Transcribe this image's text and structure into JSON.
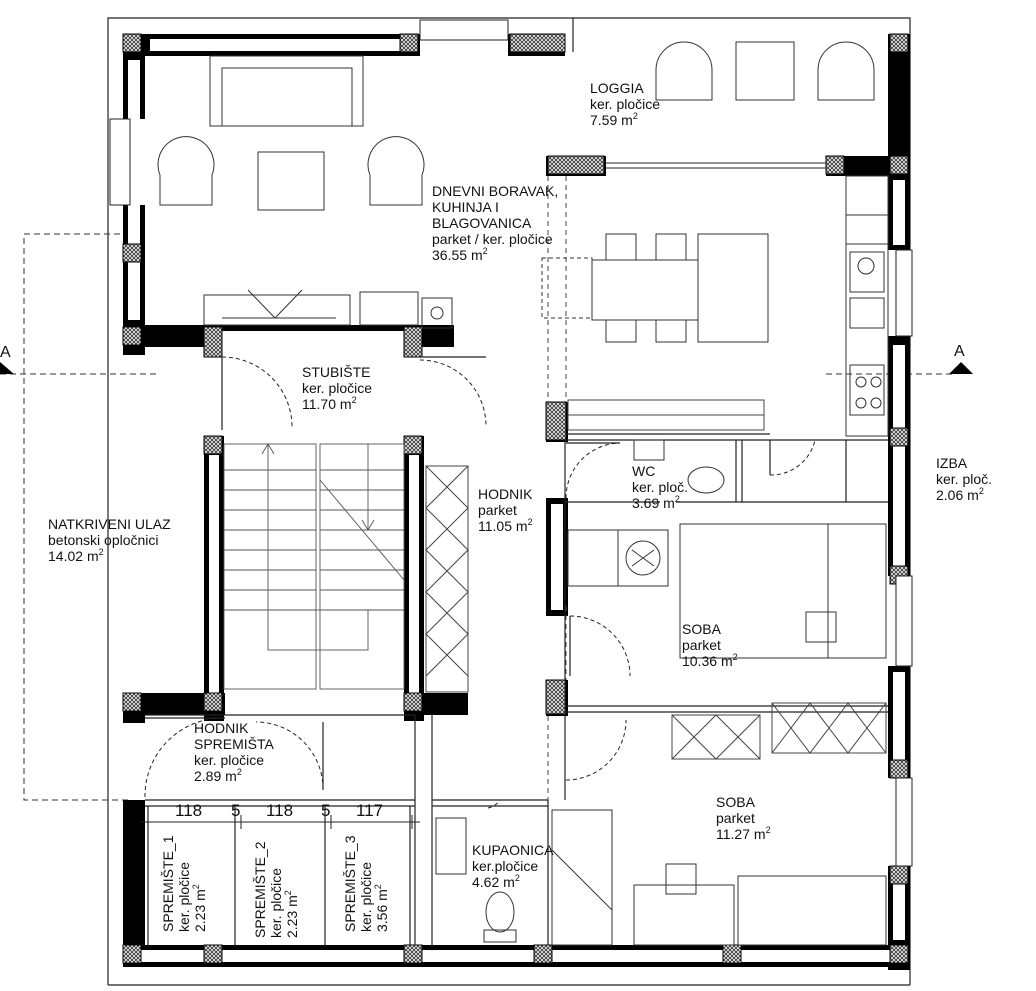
{
  "rooms": {
    "loggia": {
      "name": "LOGGIA",
      "finish": "ker. pločice",
      "area": "7.59",
      "unit": "m",
      "exp": "2"
    },
    "living": {
      "name1": "DNEVNI BORAVAK,",
      "name2": "KUHINJA I",
      "name3": "BLAGOVANICA",
      "finish": "parket / ker. pločice",
      "area": "36.55",
      "unit": "m",
      "exp": "2"
    },
    "stair": {
      "name": "STUBIŠTE",
      "finish": "ker. pločice",
      "area": "11.70",
      "unit": "m",
      "exp": "2"
    },
    "entrance": {
      "name": "NATKRIVENI ULAZ",
      "finish": "betonski opločnici",
      "area": "14.02",
      "unit": "m",
      "exp": "2"
    },
    "hall": {
      "name": "HODNIK",
      "finish": "parket",
      "area": "11.05",
      "unit": "m",
      "exp": "2"
    },
    "wc": {
      "name": "WC",
      "finish": "ker. ploč.",
      "area": "3.69",
      "unit": "m",
      "exp": "2"
    },
    "izba": {
      "name": "IZBA",
      "finish": "ker. ploč.",
      "area": "2.06",
      "unit": "m",
      "exp": "2"
    },
    "room1": {
      "name": "SOBA",
      "finish": "parket",
      "area": "10.36",
      "unit": "m",
      "exp": "2"
    },
    "room2": {
      "name": "SOBA",
      "finish": "parket",
      "area": "11.27",
      "unit": "m",
      "exp": "2"
    },
    "storehall": {
      "name1": "HODNIK",
      "name2": "SPREMIŠTA",
      "finish": "ker. pločice",
      "area": "2.89",
      "unit": "m",
      "exp": "2"
    },
    "bath": {
      "name": "KUPAONICA",
      "finish": "ker.pločice",
      "area": "4.62",
      "unit": "m",
      "exp": "2"
    },
    "store1": {
      "name": "SPREMIŠTE_1",
      "finish": "ker. pločice",
      "area": "2.23",
      "unit": "m",
      "exp": "2"
    },
    "store2": {
      "name": "SPREMIŠTE_2",
      "finish": "ker. pločice",
      "area": "2.23",
      "unit": "m",
      "exp": "2"
    },
    "store3": {
      "name": "SPREMIŠTE_3",
      "finish": "ker. pločice",
      "area": "3.56",
      "unit": "m",
      "exp": "2"
    }
  },
  "dimensions": {
    "d1": "118",
    "d2": "5",
    "d3": "118",
    "d4": "5",
    "d5": "117"
  },
  "section_marks": {
    "left": "A",
    "right": "A"
  },
  "colors": {
    "wall": "#000000",
    "line": "#222222",
    "hatch": "#555555",
    "background": "#ffffff"
  }
}
